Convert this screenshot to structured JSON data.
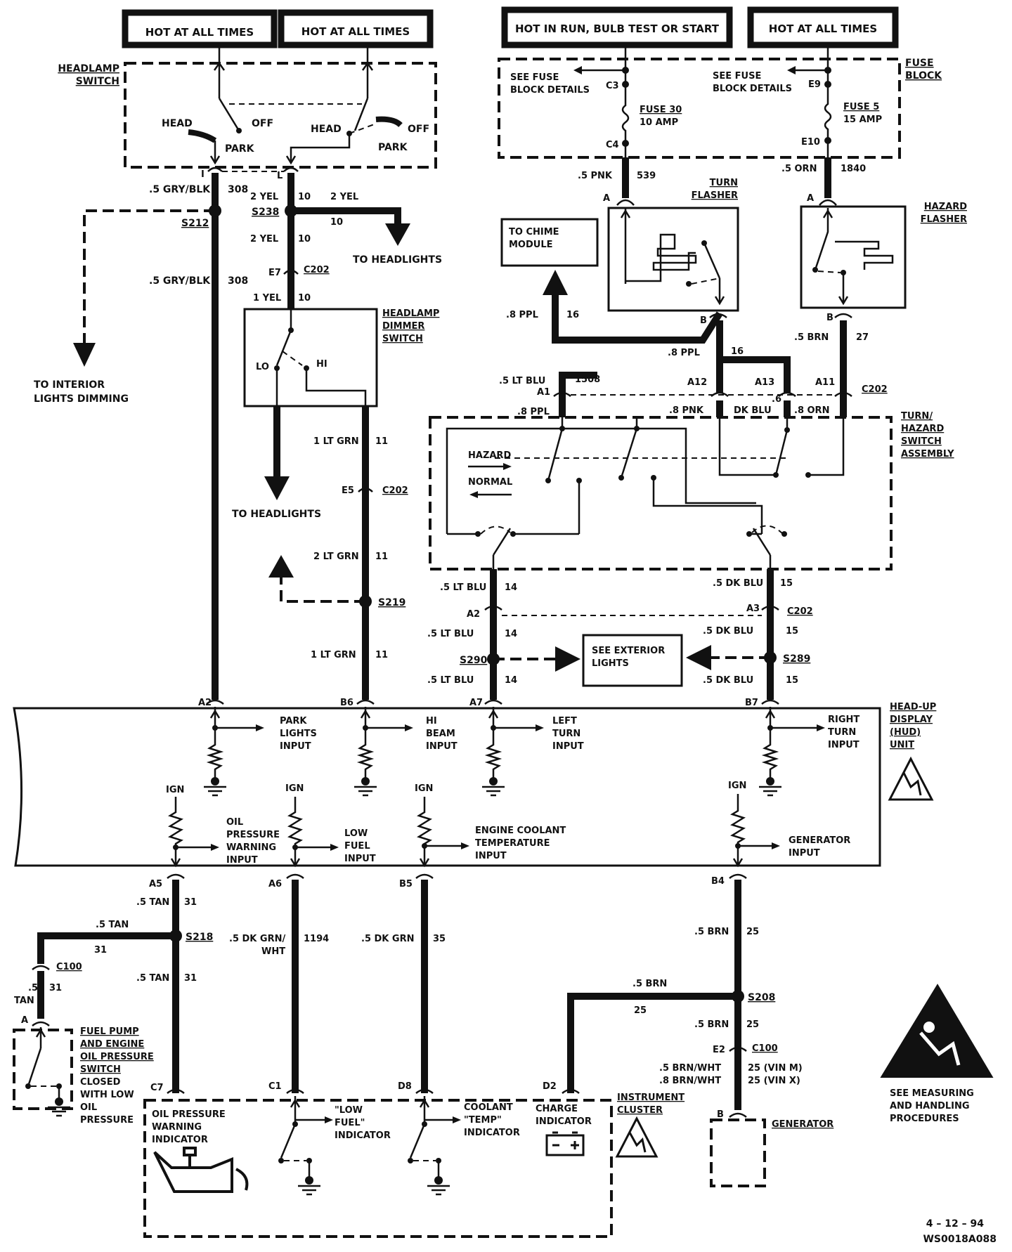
{
  "headers": {
    "h1": "HOT AT ALL TIMES",
    "h2": "HOT AT ALL TIMES",
    "h3": "HOT IN RUN, BULB TEST OR START",
    "h4": "HOT AT ALL TIMES"
  },
  "components": {
    "headlamp_switch": [
      "HEADLAMP",
      "SWITCH"
    ],
    "fuse_block": [
      "FUSE",
      "BLOCK"
    ],
    "turn_flasher": [
      "TURN",
      "FLASHER"
    ],
    "hazard_flasher": [
      "HAZARD",
      "FLASHER"
    ],
    "chime_module": [
      "TO  CHIME",
      "MODULE"
    ],
    "dimmer_switch": [
      "HEADLAMP",
      "DIMMER",
      "SWITCH"
    ],
    "turn_hazard_switch": [
      "TURN/",
      "HAZARD",
      "SWITCH",
      "ASSEMBLY"
    ],
    "see_exterior": [
      "SEE EXTERIOR",
      "LIGHTS"
    ],
    "hud": [
      "HEAD-UP",
      "DISPLAY",
      "(HUD)",
      "UNIT"
    ],
    "instrument_cluster": [
      "INSTRUMENT",
      "CLUSTER"
    ],
    "generator": "GENERATOR",
    "fuel_pump_switch": [
      "FUEL  PUMP",
      "AND  ENGINE",
      "OIL  PRESSURE",
      "SWITCH",
      "CLOSED",
      "WITH  LOW",
      "OIL",
      "PRESSURE"
    ],
    "measuring": [
      "SEE MEASURING",
      "AND HANDLING",
      "PROCEDURES"
    ]
  },
  "switch_labels": {
    "head1": "HEAD",
    "off1": "OFF",
    "park1": "PARK",
    "head2": "HEAD",
    "off2": "OFF",
    "park2": "PARK",
    "lo": "LO",
    "hi": "HI",
    "hazard": "HAZARD",
    "normal": "NORMAL"
  },
  "fuses": {
    "see_fuse_1": [
      "SEE FUSE",
      "BLOCK DETAILS"
    ],
    "see_fuse_2": [
      "SEE FUSE",
      "BLOCK DETAILS"
    ],
    "fuse30": [
      "FUSE 30",
      "10 AMP"
    ],
    "fuse5": [
      "FUSE 5",
      "15 AMP"
    ],
    "c3": "C3",
    "c4": "C4",
    "e9": "E9",
    "e10": "E10"
  },
  "wires": {
    "w308a": ".5  GRY/BLK",
    "c308a": "308",
    "w308b": ".5  GRY/BLK",
    "c308b": "308",
    "w10a": "2 YEL",
    "c10a": "10",
    "w10b": "2 YEL",
    "c10c": "10",
    "w10c": "2 YEL",
    "c10d": "10",
    "w10d": "1 YEL",
    "c10e": "10",
    "w539": ".5  PNK",
    "c539": "539",
    "w1840": ".5  ORN",
    "c1840": "1840",
    "w16a": ".8  PPL",
    "c16a": "16",
    "w16b": ".8  PPL",
    "c16b": "16",
    "w27": ".5  BRN",
    "c27": "27",
    "w1508": ".5  LT  BLU",
    "c1508": "1508",
    "w_ppl": ".8  PPL",
    "w_pnk": ".8  PNK",
    "w_dkblu": "DK  BLU",
    "w_dkblu6": ".6",
    "w_orn": ".8  ORN",
    "w11a": "1 LT GRN",
    "c11a": "11",
    "w11b": "2 LT GRN",
    "c11b": "11",
    "w11c": "1  LT GRN",
    "c11c": "11",
    "w14a": ".5 LT BLU",
    "c14a": "14",
    "w14b": ".5  LT  BLU",
    "c14b": "14",
    "w14c": ".5  LT  BLU",
    "c14c": "14",
    "w15a": ".5 DK BLU",
    "c15a": "15",
    "w15b": ".5  DK  BLU",
    "c15b": "15",
    "w15c": ".5  DK  BLU",
    "c15c": "15",
    "w31a": ".5 TAN",
    "c31a": "31",
    "w31b": ".5 TAN",
    "c31b": "31",
    "w31c": ".5 TAN",
    "c31c": "31",
    "w31d1": ".5",
    "w31d2": "TAN",
    "c31d": "31",
    "w1194a": ".5 DK GRN/",
    "w1194b": "WHT",
    "c1194": "1194",
    "w35": ".5 DK GRN",
    "c35": "35",
    "w25a": ".5 BRN",
    "c25a": "25",
    "w25b": ".5 BRN",
    "c25b": "25",
    "w25c": ".5 BRN",
    "c25c": "25",
    "w25d": ".5  BRN/WHT",
    "c25d": "25  (VIN  M)",
    "w25e": ".8  BRN/WHT",
    "c25e": "25  (VIN  X)"
  },
  "splices": {
    "s212": "S212",
    "s238": "S238",
    "s219": "S219",
    "s290": "S290",
    "s289": "S289",
    "s218": "S218",
    "s208": "S208"
  },
  "connectors": {
    "i": "I",
    "l": "L",
    "e7": "E7",
    "c202a": "C202",
    "e5": "E5",
    "c202b": "C202",
    "a_pnk": "A",
    "a_orn": "A",
    "b_turn": "B",
    "b_haz": "B",
    "a1": "A1",
    "a12": "A12",
    "a13": "A13",
    "a11": "A11",
    "c202c": "C202",
    "a2": "A2",
    "a3": "A3",
    "c202d": "C202",
    "hud_a2": "A2",
    "hud_b6": "B6",
    "hud_a7": "A7",
    "hud_b7": "B7",
    "hud_a5": "A5",
    "hud_a6": "A6",
    "hud_b5": "B5",
    "hud_b4": "B4",
    "c100a": "C100",
    "e2": "E2",
    "c100b": "C100",
    "fp_a": "A",
    "c7": "C7",
    "c1": "C1",
    "d8": "D8",
    "d2": "D2",
    "gen_b": "B"
  },
  "destinations": {
    "to_headlights_1": "TO HEADLIGHTS",
    "to_headlights_2": "TO HEADLIGHTS",
    "to_interior": [
      "TO INTERIOR",
      "LIGHTS DIMMING"
    ]
  },
  "hud_inputs": {
    "park": [
      "PARK",
      "LIGHTS",
      "INPUT"
    ],
    "hi_beam": [
      "HI",
      "BEAM",
      "INPUT"
    ],
    "left_turn": [
      "LEFT",
      "TURN",
      "INPUT"
    ],
    "right_turn": [
      "RIGHT",
      "TURN",
      "INPUT"
    ],
    "oil": [
      "OIL",
      "PRESSURE",
      "WARNING",
      "INPUT"
    ],
    "low_fuel": [
      "LOW",
      "FUEL",
      "INPUT"
    ],
    "coolant": [
      "ENGINE COOLANT",
      "TEMPERATURE",
      "INPUT"
    ],
    "generator": [
      "GENERATOR",
      "INPUT"
    ],
    "ign1": "IGN",
    "ign2": "IGN",
    "ign3": "IGN",
    "ign4": "IGN"
  },
  "cluster": {
    "oil": [
      "OIL PRESSURE",
      "WARNING",
      "INDICATOR"
    ],
    "low_fuel": [
      "\"LOW",
      "FUEL\"",
      "INDICATOR"
    ],
    "coolant": [
      "COOLANT",
      "\"TEMP\"",
      "INDICATOR"
    ],
    "charge": [
      "CHARGE",
      "INDICATOR"
    ]
  },
  "footer": {
    "date": "4 – 12 – 94",
    "code": "WS0018A088"
  }
}
